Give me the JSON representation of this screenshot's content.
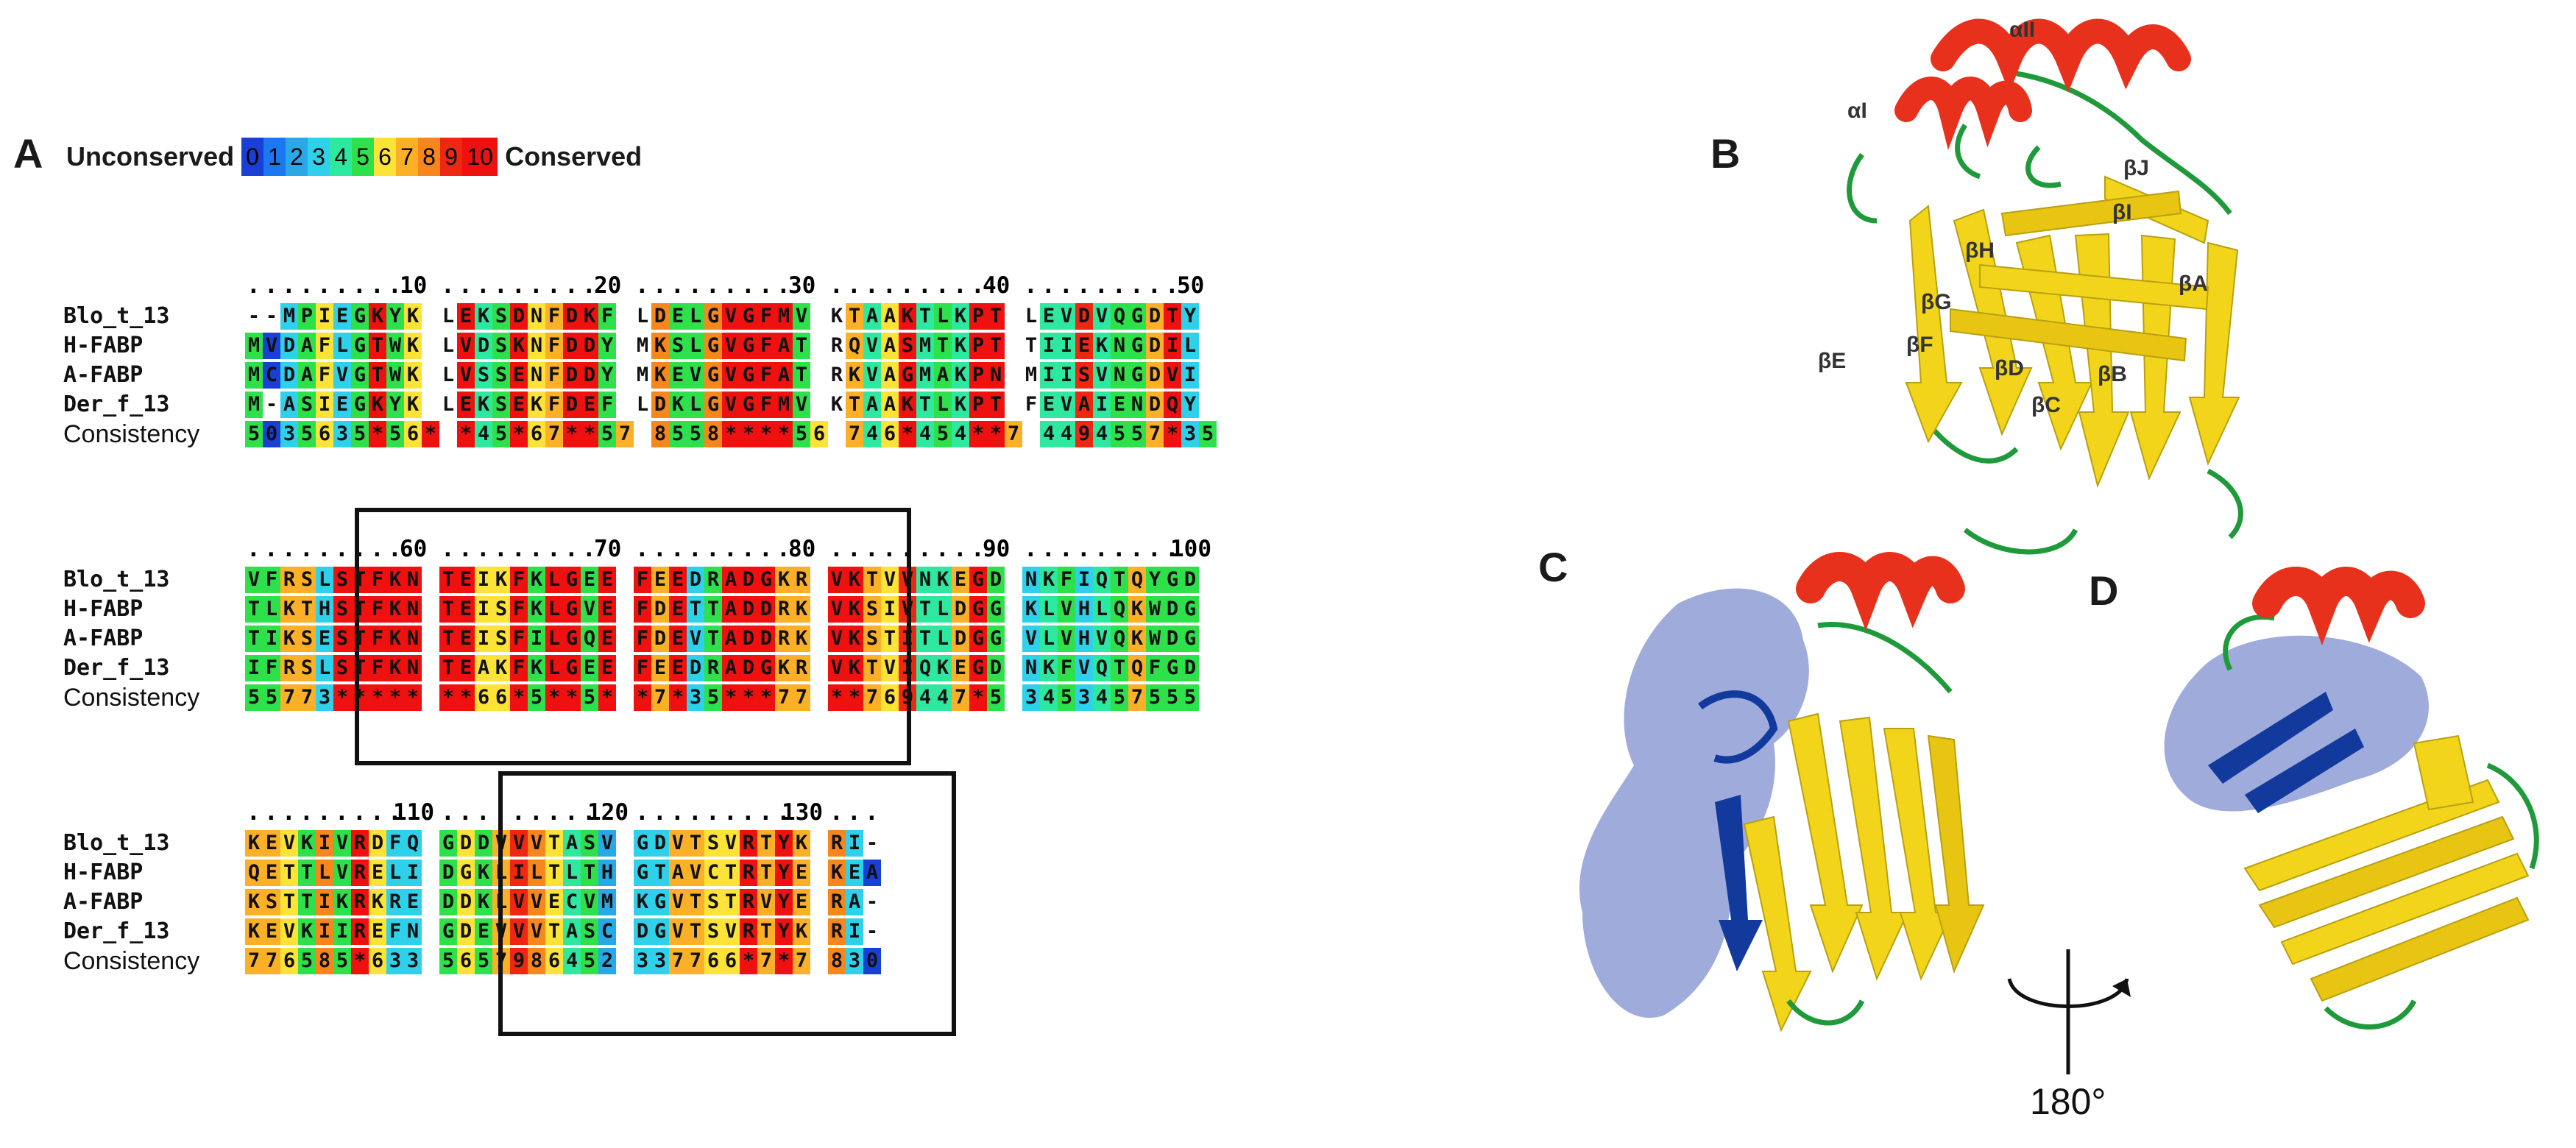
{
  "panels": {
    "a": "A",
    "b": "B",
    "c": "C",
    "d": "D"
  },
  "legend": {
    "left_label": "Unconserved",
    "right_label": "Conserved",
    "levels": [
      "0",
      "1",
      "2",
      "3",
      "4",
      "5",
      "6",
      "7",
      "8",
      "9",
      "10"
    ],
    "colors": [
      "#1a3fd6",
      "#1a78f0",
      "#29a8e8",
      "#2fd0ea",
      "#2ee8a0",
      "#2ee04a",
      "#fde238",
      "#fbb028",
      "#f7861c",
      "#ef2612",
      "#ef1010"
    ]
  },
  "color_map": {
    "0": "#1a3fd6",
    "1": "#1a78f0",
    "2": "#29a8e8",
    "3": "#2fd0ea",
    "4": "#2ee8a0",
    "5": "#2ee04a",
    "6": "#fde238",
    "7": "#fbb028",
    "8": "#f7861c",
    "9": "#ef2612",
    "*": "#ef1010",
    "-": "#ffffff",
    " ": "#ffffff"
  },
  "alignment": {
    "names": [
      "Blo_t_13",
      "H-FABP",
      "A-FABP",
      "Der_f_13"
    ],
    "consistency_label": "Consistency",
    "blocks": [
      {
        "ruler_ticks": [
          {
            "pos": 10,
            "label": "10"
          },
          {
            "pos": 20,
            "label": "20"
          },
          {
            "pos": 30,
            "label": "30"
          },
          {
            "pos": 40,
            "label": "40"
          },
          {
            "pos": 50,
            "label": "50"
          }
        ],
        "ruler_end": 50,
        "seqs": [
          "--MPIEGKYK LEKSDNFDKF LDELGVGFMV KTAAKTLKPT LEVDVQGDTY",
          "MVDAFLGTWK LVDSKNFDDY MKSLGVGFAT RQVASMTKPT TIIEKNGDIL",
          "MCDAFVGTWK LVSSENFDDY MKEVGVGFAT RKVAGMAKPN MIISVNGDVI",
          "M-ASIEGKYK LEKSEKFDEF LDKLGVGFMV KTAAKTLKPT FEVAIENDQY"
        ],
        "consistency": "5035635*56* *45*67**57 8558****56 746*454**7 4494557*35"
      },
      {
        "ruler_ticks": [
          {
            "pos": 60,
            "label": "60"
          },
          {
            "pos": 70,
            "label": "70"
          },
          {
            "pos": 80,
            "label": "80"
          },
          {
            "pos": 90,
            "label": "90"
          },
          {
            "pos": 100,
            "label": "100"
          }
        ],
        "ruler_end": 100,
        "seqs": [
          "VFRSLSTFKN TEIKFKLGEE FEEDRADGKR VKTVVNKEGD NKFIQTQYGD",
          "TLKTHSTFKN TEISFKLGVE FDETTADDRK VKSIVTLDGG KLVHLQKWDG",
          "TIKSESTFKN TEISFILGQE FDEVTADDRK VKSTITLDGG VLVHVQKWDG",
          "IFRSLSTFKN TEAKFKLGEE FEEDRADGKR VKTVIQKEGD NKFVQTQFGD"
        ],
        "consistency": "55773***** **66*5**5* *7*35***77 **769447*5 3453457555"
      },
      {
        "ruler_ticks": [
          {
            "pos": 110,
            "label": "110"
          },
          {
            "pos": 120,
            "label": "120"
          },
          {
            "pos": 130,
            "label": "130"
          }
        ],
        "ruler_end": 133,
        "seqs": [
          "KEVKIVRDFQ GDDVVVTASV GDVTSVRTYK RI-",
          "QETTLVRELI DGKLILTLTH GTAVCTRTYE KEA",
          "KSTTIKRKRE DDKLVVECVM KGVTSTRVYE RA-",
          "KEVKIIREFN GDEVVVTASC DGVTSVRTYK RI-"
        ],
        "consistency": "776585*633 5657986452 337766*7*7 830"
      }
    ]
  },
  "structure_labels": {
    "helices": [
      "αII",
      "αI"
    ],
    "strands": [
      "βJ",
      "βI",
      "βH",
      "βG",
      "βF",
      "βE",
      "βD",
      "βC",
      "βB",
      "βA"
    ]
  },
  "rotation_label": "180°",
  "colors": {
    "helix": "#e8311c",
    "strand": "#f2d51b",
    "loop": "#1f9a3a",
    "epitope": "#123a9c",
    "surface": "#7f8fcf"
  }
}
